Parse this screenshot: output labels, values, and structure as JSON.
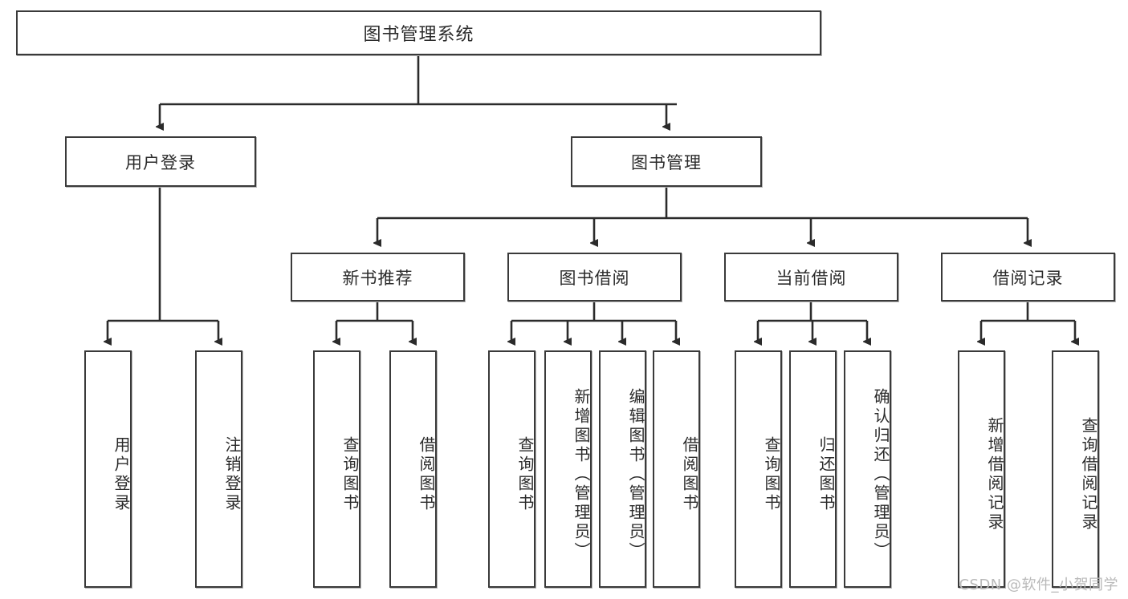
{
  "diagram": {
    "title": "图书管理系统",
    "type": "hierarchy-tree",
    "watermark": "CSDN @软件_小贺同学",
    "colors": {
      "box_border": "#3a3a3a",
      "box_fill": "#ffffff",
      "connector": "#2b2b2b",
      "text": "#2b2b2b",
      "watermark": "#b9b9b9"
    },
    "root": {
      "label": "图书管理系统"
    },
    "level1": [
      {
        "label": "用户登录"
      },
      {
        "label": "图书管理"
      }
    ],
    "level2": [
      {
        "label": "新书推荐"
      },
      {
        "label": "图书借阅"
      },
      {
        "label": "当前借阅"
      },
      {
        "label": "借阅记录"
      }
    ],
    "leaves": {
      "user_login": [
        {
          "label": "用户登录"
        },
        {
          "label": "注销登录"
        }
      ],
      "new_book_recommend": [
        {
          "label": "查询图书"
        },
        {
          "label": "借阅图书"
        }
      ],
      "book_borrow": [
        {
          "label": "查询图书"
        },
        {
          "label": "新增图书（管理员）"
        },
        {
          "label": "编辑图书（管理员）"
        },
        {
          "label": "借阅图书"
        }
      ],
      "current_borrow": [
        {
          "label": "查询图书"
        },
        {
          "label": "归还图书"
        },
        {
          "label": "确认归还（管理员）"
        }
      ],
      "borrow_record": [
        {
          "label": "新增借阅记录"
        },
        {
          "label": "查询借阅记录"
        }
      ]
    }
  }
}
